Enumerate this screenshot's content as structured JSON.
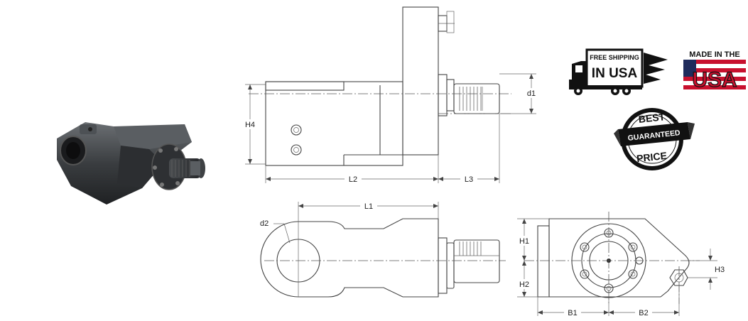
{
  "dimensions": {
    "d1": "d1",
    "h4": "H4",
    "l2": "L2",
    "l3": "L3",
    "l1": "L1",
    "d2": "d2",
    "h1": "H1",
    "h2": "H2",
    "h3": "H3",
    "b1": "B1",
    "b2": "B2"
  },
  "badges": {
    "free_shipping": {
      "line1": "FREE SHIPPING",
      "line2": "IN USA",
      "icon": "truck-icon"
    },
    "made_in_usa": {
      "line1": "MADE IN THE",
      "line2": "USA",
      "icon": "flag-icon"
    },
    "best_price": {
      "top": "BEST",
      "middle": "GUARANTEED",
      "bottom": "PRICE",
      "icon": "seal-icon"
    }
  },
  "colors": {
    "line": "#444444",
    "badge_black": "#111111",
    "flag_red": "#c8102e",
    "flag_blue": "#1f2b5c",
    "part_dark": "#3a3d40"
  }
}
